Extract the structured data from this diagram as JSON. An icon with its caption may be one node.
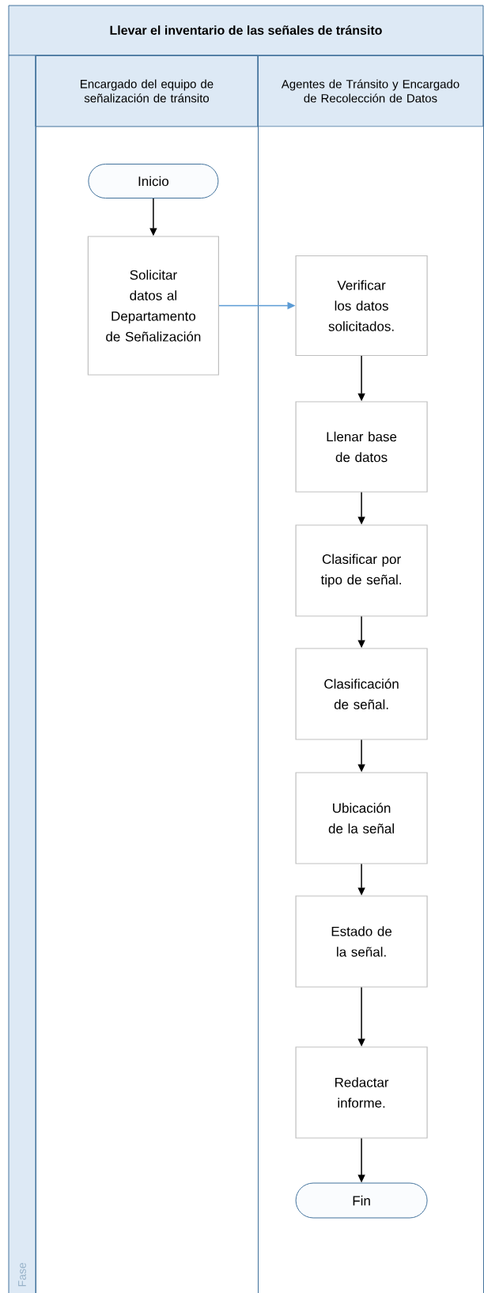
{
  "diagram": {
    "title": "Llevar el inventario de las señales de tránsito",
    "nodes": [
      {
        "text": [
          "Encargado del equipo de señalización de tránsito"
        ]
      },
      {
        "text": [
          "Agentes de Tránsito y Encargado de Recolección de Datos"
        ]
      },
      {
        "text": [
          "Inicio"
        ],
        "in": 0
      },
      {
        "text": [
          "Solicitar datos al Departamento de Señalización"
        ],
        "in": 0
      },
      {
        "text": [
          "Verificar los datos solicitados."
        ],
        "in": 1
      },
      {
        "text": [
          "Llenar base de datos"
        ],
        "in": 1
      },
      {
        "text": [
          "Clasificar por tipo de señal."
        ],
        "in": 1
      },
      {
        "text": [
          "Clasificación de señal."
        ],
        "in": 1
      },
      {
        "text": [
          "Ubicación de la señal"
        ],
        "in": 1
      },
      {
        "text": [
          "Estado de la señal."
        ],
        "in": 1
      },
      {
        "text": [
          "Redactar informe."
        ],
        "in": 1
      },
      {
        "text": [
          "Fin"
        ],
        "in": 1
      }
    ],
    "edges": [
      {
        "from": 2,
        "to": 3,
        "arrow": "to"
      },
      {
        "from": 3,
        "to": 4,
        "arrow": "to",
        "color": "#5b9bd5"
      },
      {
        "from": 4,
        "to": 5,
        "arrow": "to"
      },
      {
        "from": 5,
        "to": 6,
        "arrow": "to"
      },
      {
        "from": 6,
        "to": 7,
        "arrow": "to"
      },
      {
        "from": 7,
        "to": 8,
        "arrow": "to"
      },
      {
        "from": 8,
        "to": 9,
        "arrow": "to"
      },
      {
        "from": 9,
        "to": 10,
        "arrow": "to"
      },
      {
        "from": 10,
        "to": 11,
        "arrow": "to"
      }
    ],
    "labels": [
      "Fase"
    ]
  }
}
